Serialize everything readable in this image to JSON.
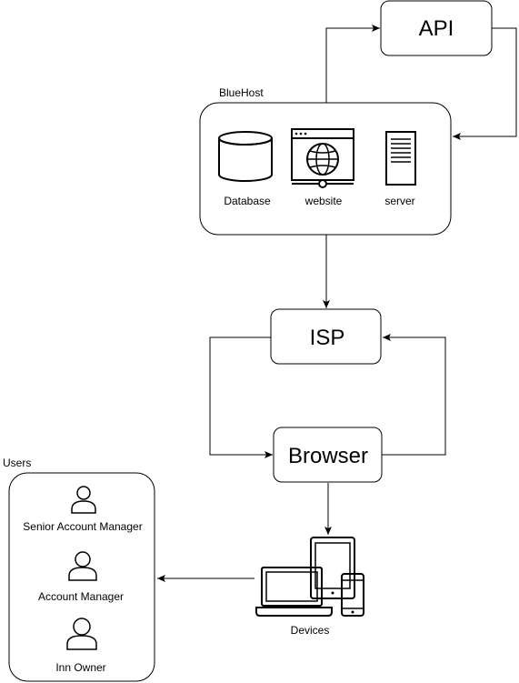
{
  "nodes": {
    "api": {
      "label": "API"
    },
    "bluehost": {
      "label": "BlueHost",
      "items": {
        "database": "Database",
        "website": "website",
        "server": "server"
      }
    },
    "isp": {
      "label": "ISP"
    },
    "browser": {
      "label": "Browser"
    },
    "devices": {
      "label": "Devices"
    },
    "users": {
      "label": "Users",
      "items": {
        "senior_account_manager": "Senior Account Manager",
        "account_manager": "Account Manager",
        "inn_owner": "Inn Owner"
      }
    }
  },
  "icons": {
    "database": "database-icon",
    "website": "website-icon",
    "server": "server-icon",
    "devices": "devices-icon",
    "user": "user-icon"
  },
  "colors": {
    "stroke": "#000000",
    "fill": "#ffffff"
  }
}
